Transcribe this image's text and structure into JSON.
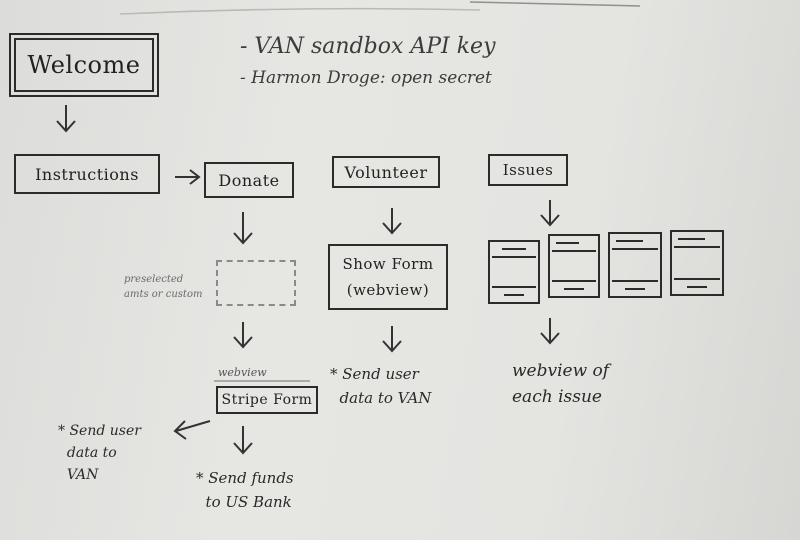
{
  "welcome": {
    "label": "Welcome"
  },
  "notes": {
    "line1": "- VAN sandbox API key",
    "line2": "- Harmon Droge: open secret"
  },
  "instructions": {
    "label": "Instructions"
  },
  "donate": {
    "label": "Donate",
    "preselected": "preselected\namts or custom",
    "webview_tag": "webview",
    "stripe": "Stripe Form",
    "send_user": "* Send user\n  data to\n  VAN",
    "send_funds": "* Send funds\n  to US Bank"
  },
  "volunteer": {
    "label": "Volunteer",
    "form": "Show Form\n(webview)",
    "send": "* Send user\n  data to VAN"
  },
  "issues": {
    "label": "Issues",
    "webview": "webview of\neach issue"
  }
}
